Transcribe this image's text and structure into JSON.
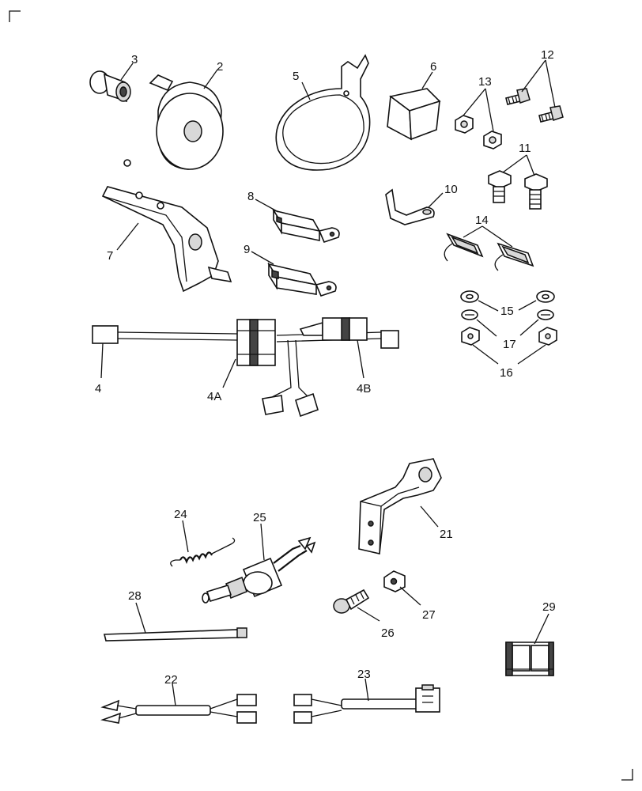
{
  "callouts": {
    "c2": "2",
    "c3": "3",
    "c4": "4",
    "c4a": "4A",
    "c4b": "4B",
    "c5": "5",
    "c6": "6",
    "c7": "7",
    "c8": "8",
    "c9": "9",
    "c10": "10",
    "c11": "11",
    "c12": "12",
    "c13": "13",
    "c14": "14",
    "c15": "15",
    "c16": "16",
    "c17": "17",
    "c21": "21",
    "c22": "22",
    "c23": "23",
    "c24": "24",
    "c25": "25",
    "c26": "26",
    "c27": "27",
    "c28": "28",
    "c29": "29"
  }
}
